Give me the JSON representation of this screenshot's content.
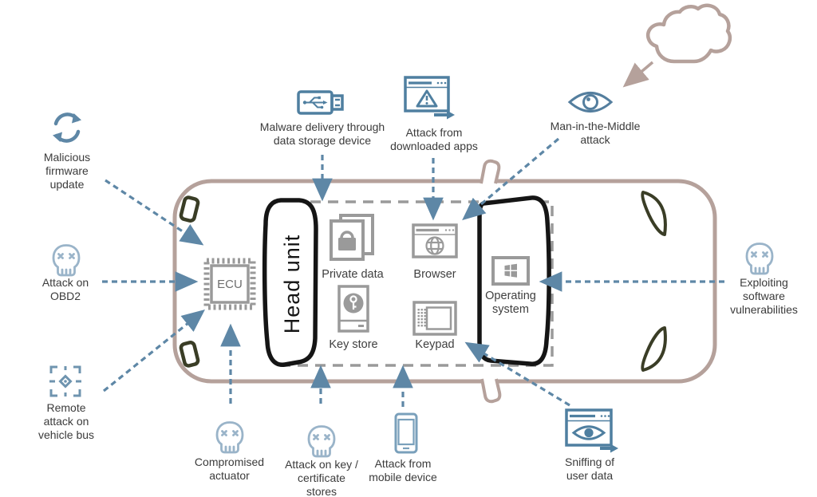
{
  "colors": {
    "attack_blue": "#5e87a6",
    "skull_blue": "#9ab4c9",
    "component_gray": "#9a9a9a",
    "car_body_tan": "#b5a19b",
    "wheel_olive": "#3a3d26",
    "seat_black": "#151515",
    "dashed_box_gray": "#9a9a9a",
    "label_text": "#3b3b3b"
  },
  "car": {
    "head_unit_label": "Head unit"
  },
  "components": {
    "ecu": {
      "label": "ECU",
      "icon": "chip-icon"
    },
    "private_data": {
      "label": "Private data",
      "icon": "locked-documents-icon"
    },
    "browser": {
      "label": "Browser",
      "icon": "browser-globe-icon"
    },
    "key_store": {
      "label": "Key store",
      "icon": "key-drive-icon"
    },
    "keypad": {
      "label": "Keypad",
      "icon": "keypad-icon"
    },
    "operating_system": {
      "label": "Operating\nsystem",
      "icon": "windows-icon"
    }
  },
  "attacks": {
    "malicious_firmware": {
      "label": "Malicious\nfirmware\nupdate",
      "icon": "refresh-icon"
    },
    "attack_on_obd2": {
      "label": "Attack on\nOBD2",
      "icon": "skull-icon"
    },
    "remote_vehicle_bus": {
      "label": "Remote\nattack on\nvehicle bus",
      "icon": "crosshair-icon"
    },
    "malware_storage_device": {
      "label": "Malware delivery through\ndata storage device",
      "icon": "usb-drive-icon"
    },
    "downloaded_apps": {
      "label": "Attack from\ndownloaded apps",
      "icon": "browser-warning-icon"
    },
    "man_in_the_middle": {
      "label": "Man-in-the-Middle\nattack",
      "icon": "eye-icon"
    },
    "exploiting_software": {
      "label": "Exploiting\nsoftware\nvulnerabilities",
      "icon": "skull-icon"
    },
    "compromised_actuator": {
      "label": "Compromised\nactuator",
      "icon": "skull-icon"
    },
    "key_certificate_stores": {
      "label": "Attack on key /\ncertificate\nstores",
      "icon": "skull-icon"
    },
    "mobile_device": {
      "label": "Attack from\nmobile device",
      "icon": "smartphone-icon"
    },
    "sniffing_user_data": {
      "label": "Sniffing of\nuser data",
      "icon": "browser-eye-icon"
    }
  },
  "connections": [
    {
      "from": "malicious_firmware",
      "to": "ecu"
    },
    {
      "from": "attack_on_obd2",
      "to": "ecu"
    },
    {
      "from": "remote_vehicle_bus",
      "to": "ecu"
    },
    {
      "from": "compromised_actuator",
      "to": "ecu"
    },
    {
      "from": "malware_storage_device",
      "to": "head_unit"
    },
    {
      "from": "downloaded_apps",
      "to": "browser"
    },
    {
      "from": "man_in_the_middle",
      "to": "browser"
    },
    {
      "from": "cloud",
      "to": "man_in_the_middle"
    },
    {
      "from": "exploiting_software",
      "to": "operating_system"
    },
    {
      "from": "key_certificate_stores",
      "to": "key_store"
    },
    {
      "from": "mobile_device",
      "to": "keypad"
    },
    {
      "from": "sniffing_user_data",
      "to": "keypad"
    }
  ]
}
